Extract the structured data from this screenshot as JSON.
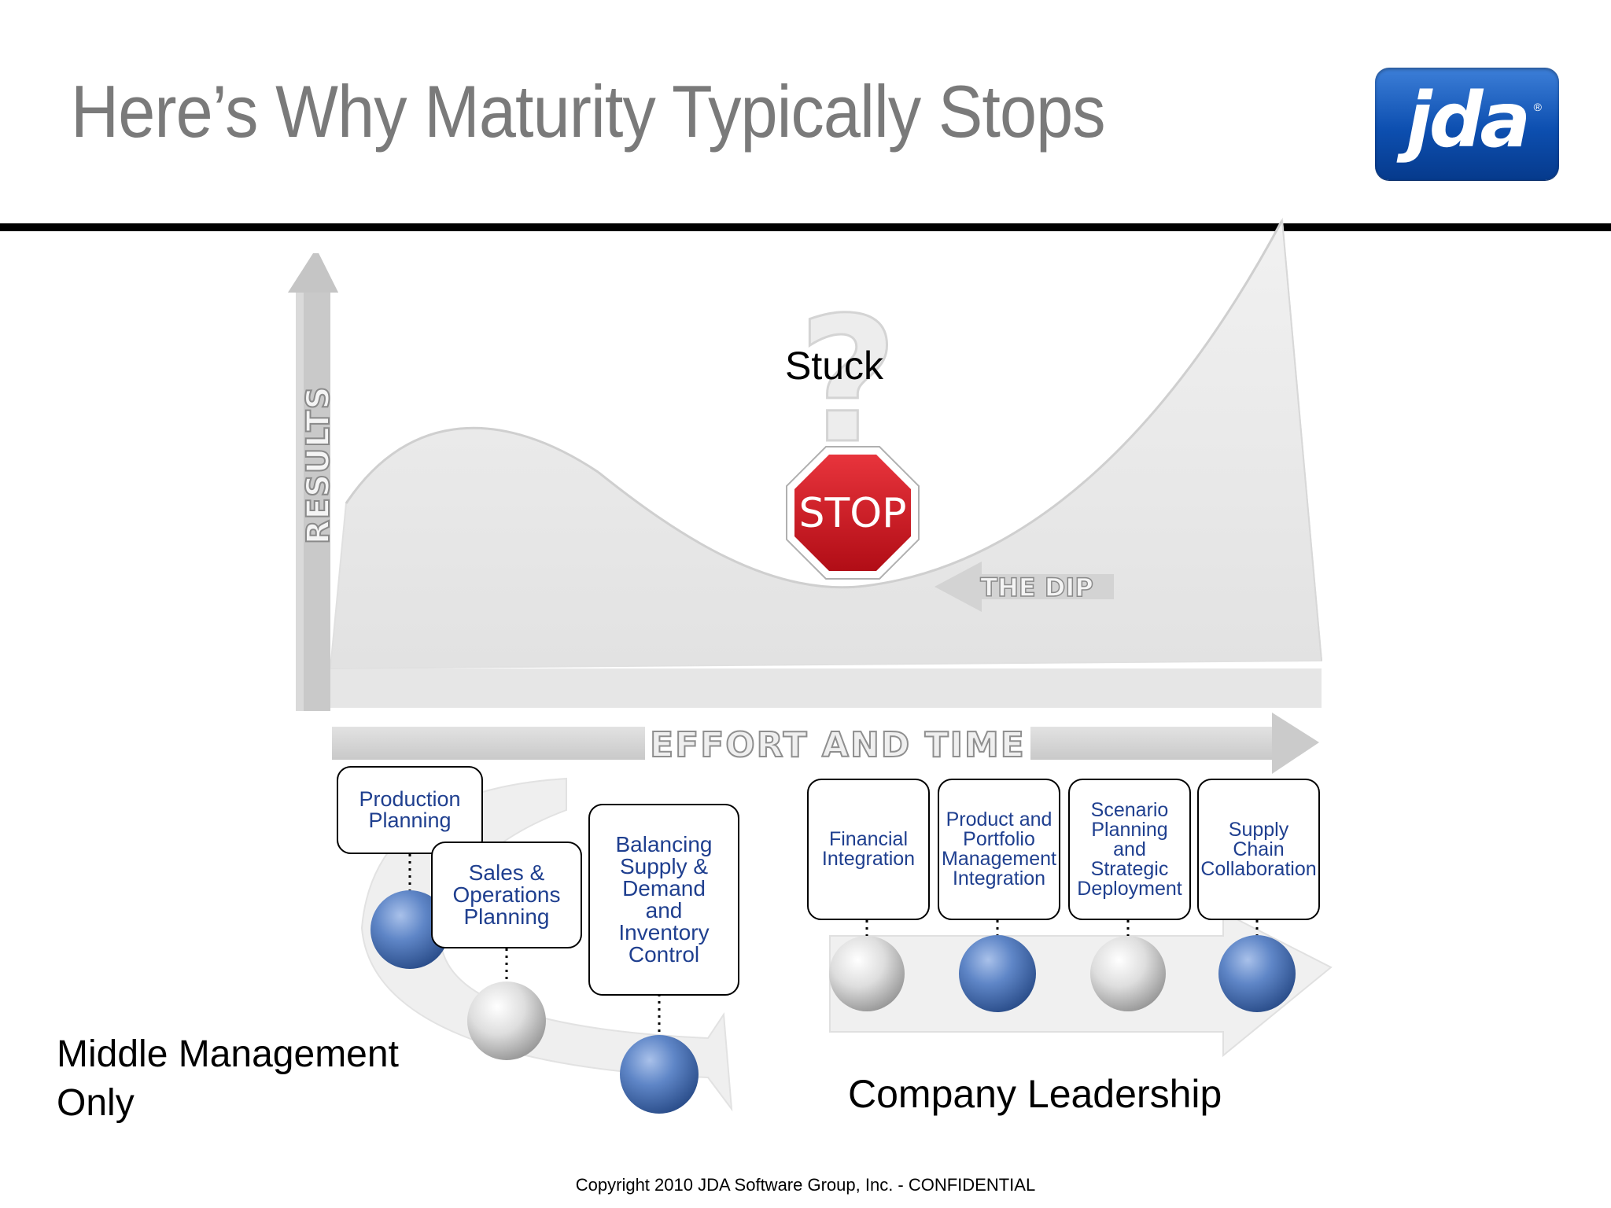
{
  "title": "Here’s Why Maturity Typically Stops",
  "logo": {
    "text": "jda",
    "mark": "®"
  },
  "diagram": {
    "y_axis_label": "RESULTS",
    "x_axis_label": "EFFORT AND TIME",
    "dip_label": "THE DIP",
    "stop_sign_text": "STOP",
    "stuck_label": "Stuck",
    "question_icon": "question-mark-icon"
  },
  "groups": {
    "middle_management": "Middle Management Only",
    "company_leadership": "Company Leadership"
  },
  "steps": [
    {
      "label": "Production Planning",
      "ball": "blue"
    },
    {
      "label": "Sales & Operations Planning",
      "ball": "white"
    },
    {
      "label": "Balancing Supply & Demand and Inventory Control",
      "ball": "blue"
    },
    {
      "label": "Financial Integration",
      "ball": "white"
    },
    {
      "label": "Product and Portfolio Management Integration",
      "ball": "blue"
    },
    {
      "label": "Scenario Planning and Strategic Deployment",
      "ball": "white"
    },
    {
      "label": "Supply Chain Collaboration",
      "ball": "blue"
    }
  ],
  "colors": {
    "box_text": "#1f3f8f",
    "stop_red": "#d0141e",
    "logo_blue": "#0d4fb0"
  },
  "footer": "Copyright  2010 JDA Software Group, Inc. - CONFIDENTIAL"
}
